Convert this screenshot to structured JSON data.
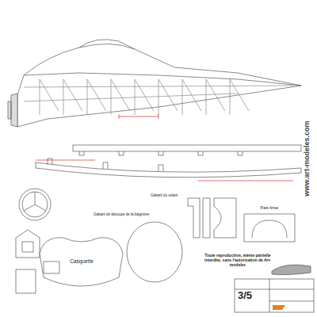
{
  "diagram": {
    "nodes": [
      {
        "text": [
          "Casquette"
        ]
      },
      {
        "text": [
          "Pare brise"
        ]
      }
    ],
    "labels": [
      "Gabarit de découpe de la baignoire",
      "Gabarit du volant",
      "Toute reproduction, même partielle interdite, sans l'autorisation de Art-modeles",
      "www.art-modeles.com",
      "3/5"
    ]
  }
}
